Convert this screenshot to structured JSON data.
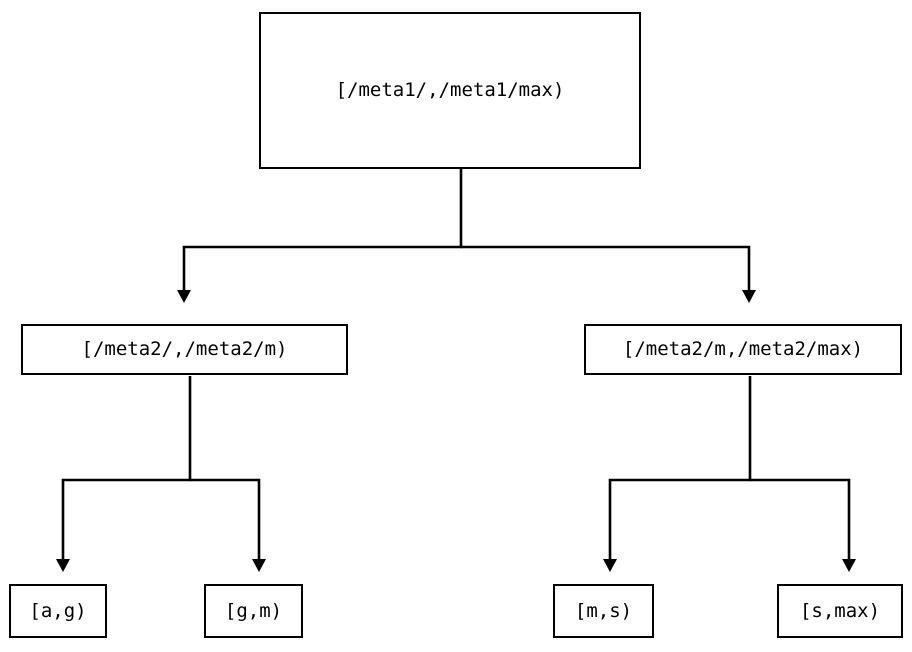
{
  "diagram": {
    "type": "tree",
    "title": "",
    "orientation": "top-down",
    "stroke_color": "#000000",
    "fill_color": "#ffffff",
    "background_color": "#ffffff",
    "stroke_width": 2,
    "arrow_style": "filled-triangle",
    "nodes": [
      {
        "id": "root",
        "label": "[/meta1/,/meta1/max)",
        "level": 0
      },
      {
        "id": "meta2-low",
        "label": "[/meta2/,/meta2/m)",
        "level": 1
      },
      {
        "id": "meta2-high",
        "label": "[/meta2/m,/meta2/max)",
        "level": 1
      },
      {
        "id": "leaf-ag",
        "label": "[a,g)",
        "level": 2
      },
      {
        "id": "leaf-gm",
        "label": "[g,m)",
        "level": 2
      },
      {
        "id": "leaf-ms",
        "label": "[m,s)",
        "level": 2
      },
      {
        "id": "leaf-smax",
        "label": "[s,max)",
        "level": 2
      }
    ],
    "edges": [
      {
        "from": "root",
        "to": "meta2-low",
        "arrow": true
      },
      {
        "from": "root",
        "to": "meta2-high",
        "arrow": true
      },
      {
        "from": "meta2-low",
        "to": "leaf-ag",
        "arrow": true
      },
      {
        "from": "meta2-low",
        "to": "leaf-gm",
        "arrow": true
      },
      {
        "from": "meta2-high",
        "to": "leaf-ms",
        "arrow": true
      },
      {
        "from": "meta2-high",
        "to": "leaf-smax",
        "arrow": true
      }
    ]
  }
}
